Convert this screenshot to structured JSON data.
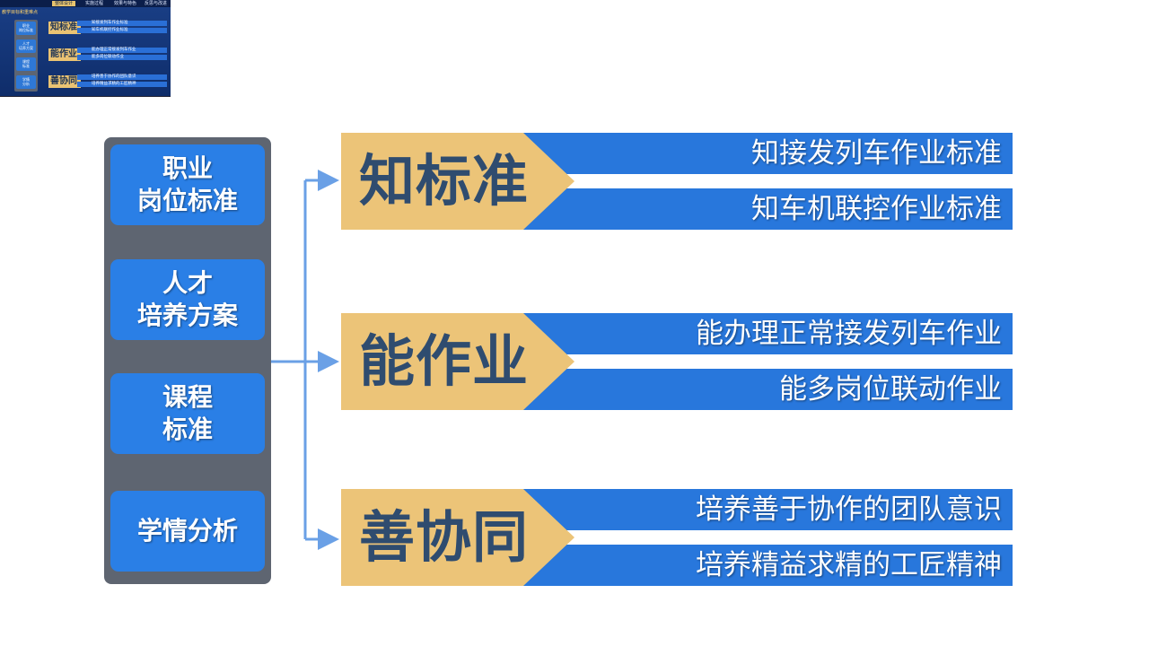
{
  "thumbnail": {
    "tabs": [
      "整体设计",
      "实施过程",
      "效果与特色",
      "反思与改进"
    ],
    "crumb": "教学目标和重难点",
    "left_items": [
      [
        "职业",
        "岗位标准"
      ],
      [
        "人才",
        "培养方案"
      ],
      [
        "课程",
        "标准"
      ],
      [
        "学情",
        "分析"
      ]
    ],
    "groups": [
      {
        "label": "知标准",
        "items": [
          "知接发列车作业标准",
          "知车机联控作业标准"
        ]
      },
      {
        "label": "能作业",
        "items": [
          "能办理正常接发列车作业",
          "能多岗位联动作业"
        ]
      },
      {
        "label": "善协同",
        "items": [
          "培养善于协作的团队意识",
          "培养精益求精的工匠精神"
        ]
      }
    ]
  },
  "left_column": {
    "items": [
      {
        "lines": [
          "职业",
          "岗位标准"
        ]
      },
      {
        "lines": [
          "人才",
          "培养方案"
        ]
      },
      {
        "lines": [
          "课程",
          "标准"
        ]
      },
      {
        "lines": [
          "学情分析"
        ]
      }
    ]
  },
  "groups": [
    {
      "label": "知标准",
      "items": [
        "知接发列车作业标准",
        "知车机联控作业标准"
      ]
    },
    {
      "label": "能作业",
      "items": [
        "能办理正常接发列车作业",
        "能多岗位联动作业"
      ]
    },
    {
      "label": "善协同",
      "items": [
        "培养善于协作的团队意识",
        "培养精益求精的工匠精神"
      ]
    }
  ],
  "colors": {
    "left_panel": "#5e6571",
    "left_button": "#2a7fe6",
    "badge": "#ecc478",
    "badge_text": "#2f4c6f",
    "bar": "#2877dc",
    "connector": "#6aa0e6"
  }
}
